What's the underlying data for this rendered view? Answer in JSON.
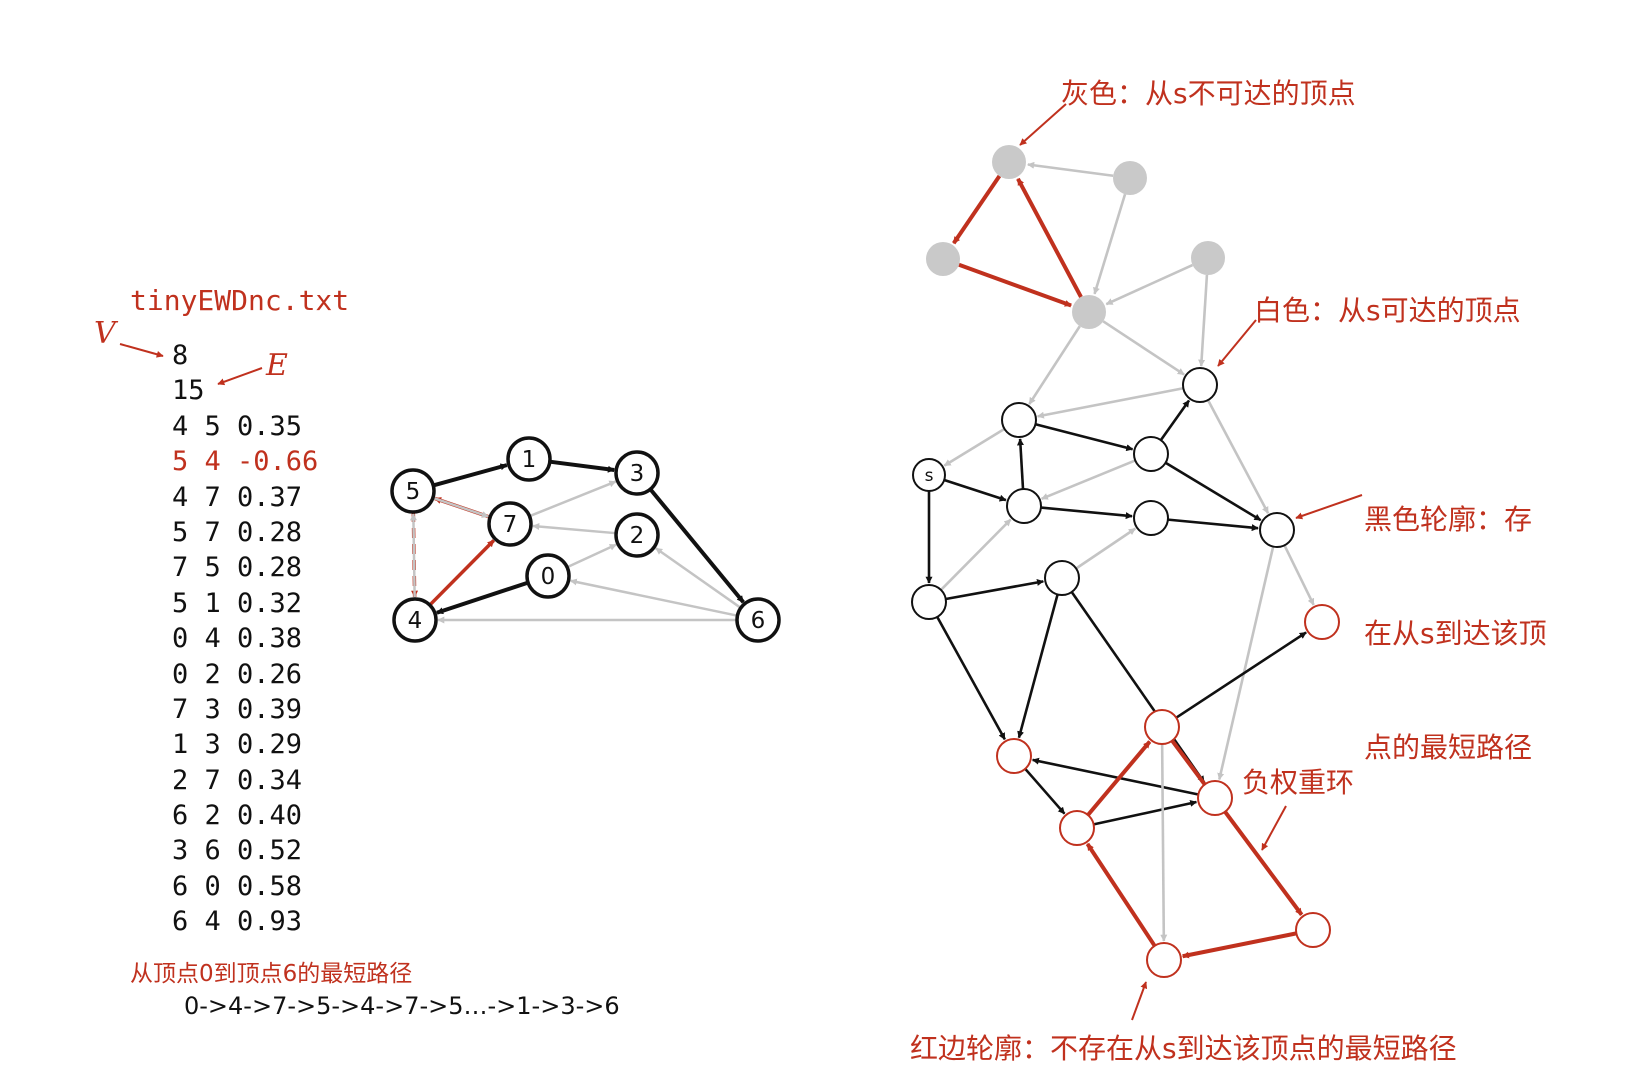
{
  "file": {
    "name": "tinyEWDnc.txt",
    "v_marker": "V",
    "e_marker": "E",
    "lines": [
      "8",
      "15",
      "4 5  0.35",
      "5 4 -0.66",
      "4 7  0.37",
      "5 7  0.28",
      "7 5  0.28",
      "5 1  0.32",
      "0 4  0.38",
      "0 2  0.26",
      "7 3  0.39",
      "1 3  0.29",
      "2 7  0.34",
      "6 2  0.40",
      "3 6  0.52",
      "6 0  0.58",
      "6 4  0.93"
    ],
    "highlight_line_index": 3
  },
  "small_graph": {
    "vertex_labels": [
      "0",
      "1",
      "2",
      "3",
      "4",
      "5",
      "6",
      "7"
    ]
  },
  "path": {
    "caption": "从顶点0到顶点6的最短路径",
    "text": "0->4->7->5->4->7->5…->1->3->6"
  },
  "big_graph": {
    "source_label": "s"
  },
  "annotations": {
    "gray": "灰色：从s不可达的顶点",
    "white": "白色：从s可达的顶点",
    "black": [
      "黑色轮廓：存",
      "在从s到达该顶",
      "点的最短路径"
    ],
    "negative_cycle": "负权重环",
    "red_contour": "红边轮廓：不存在从s到达该顶点的最短路径"
  },
  "colors": {
    "accent_red": "#c0311e",
    "gray_fill": "#c9c9c9",
    "gray_edge": "#c4c4c4",
    "black": "#111111"
  }
}
